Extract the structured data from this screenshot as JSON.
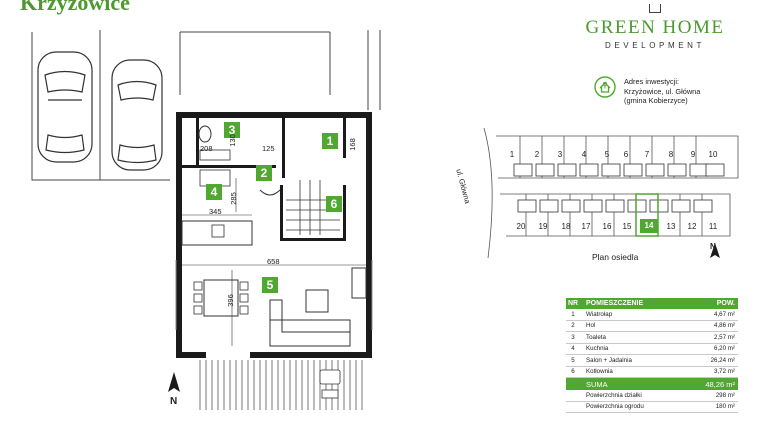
{
  "title": "Krzyżowice",
  "brand": {
    "name": "GREEN HOME",
    "sub": "DEVELOPMENT",
    "logo_icon": "house-outline-icon"
  },
  "address": {
    "icon": "location-house-pin-icon",
    "line1": "Adres inwestycji:",
    "line2": "Krzyżowice, ul. Główna",
    "line3": "(gmina Kobierzyce)"
  },
  "floorplan": {
    "rooms": [
      "1",
      "2",
      "3",
      "4",
      "5",
      "6"
    ],
    "dimensions": {
      "d130": "130",
      "d168": "168",
      "d208": "208",
      "d125": "125",
      "d285": "285",
      "d345": "345",
      "d658": "658",
      "d396": "396"
    },
    "north": "N"
  },
  "site_plan": {
    "street": "ul. Główna",
    "lots_top": [
      "1",
      "2",
      "3",
      "4",
      "5",
      "6",
      "7",
      "8",
      "9",
      "10"
    ],
    "lots_bottom": [
      "20",
      "19",
      "18",
      "17",
      "16",
      "15",
      "14",
      "13",
      "12",
      "11"
    ],
    "highlighted_lot": "14",
    "label": "Plan osiedla",
    "north": "N"
  },
  "rooms_table": {
    "headers": {
      "nr": "NR",
      "name": "POMIESZCZENIE",
      "area": "POW."
    },
    "rows": [
      {
        "nr": "1",
        "name": "Wiatrołap",
        "area": "4,67 m²"
      },
      {
        "nr": "2",
        "name": "Hol",
        "area": "4,86 m²"
      },
      {
        "nr": "3",
        "name": "Toaleta",
        "area": "2,57 m²"
      },
      {
        "nr": "4",
        "name": "Kuchnia",
        "area": "6,20 m²"
      },
      {
        "nr": "5",
        "name": "Salon + Jadalnia",
        "area": "26,24 m²"
      },
      {
        "nr": "6",
        "name": "Kotłownia",
        "area": "3,72 m²"
      }
    ],
    "sum_label": "SUMA",
    "sum_value": "48,26 m²",
    "extra": [
      {
        "name": "Powierzchnia działki",
        "area": "298 m²"
      },
      {
        "name": "Powierzchnia ogrodu",
        "area": "180 m²"
      }
    ]
  },
  "colors": {
    "accent": "#4fa82f",
    "wall": "#1a1a1a"
  }
}
